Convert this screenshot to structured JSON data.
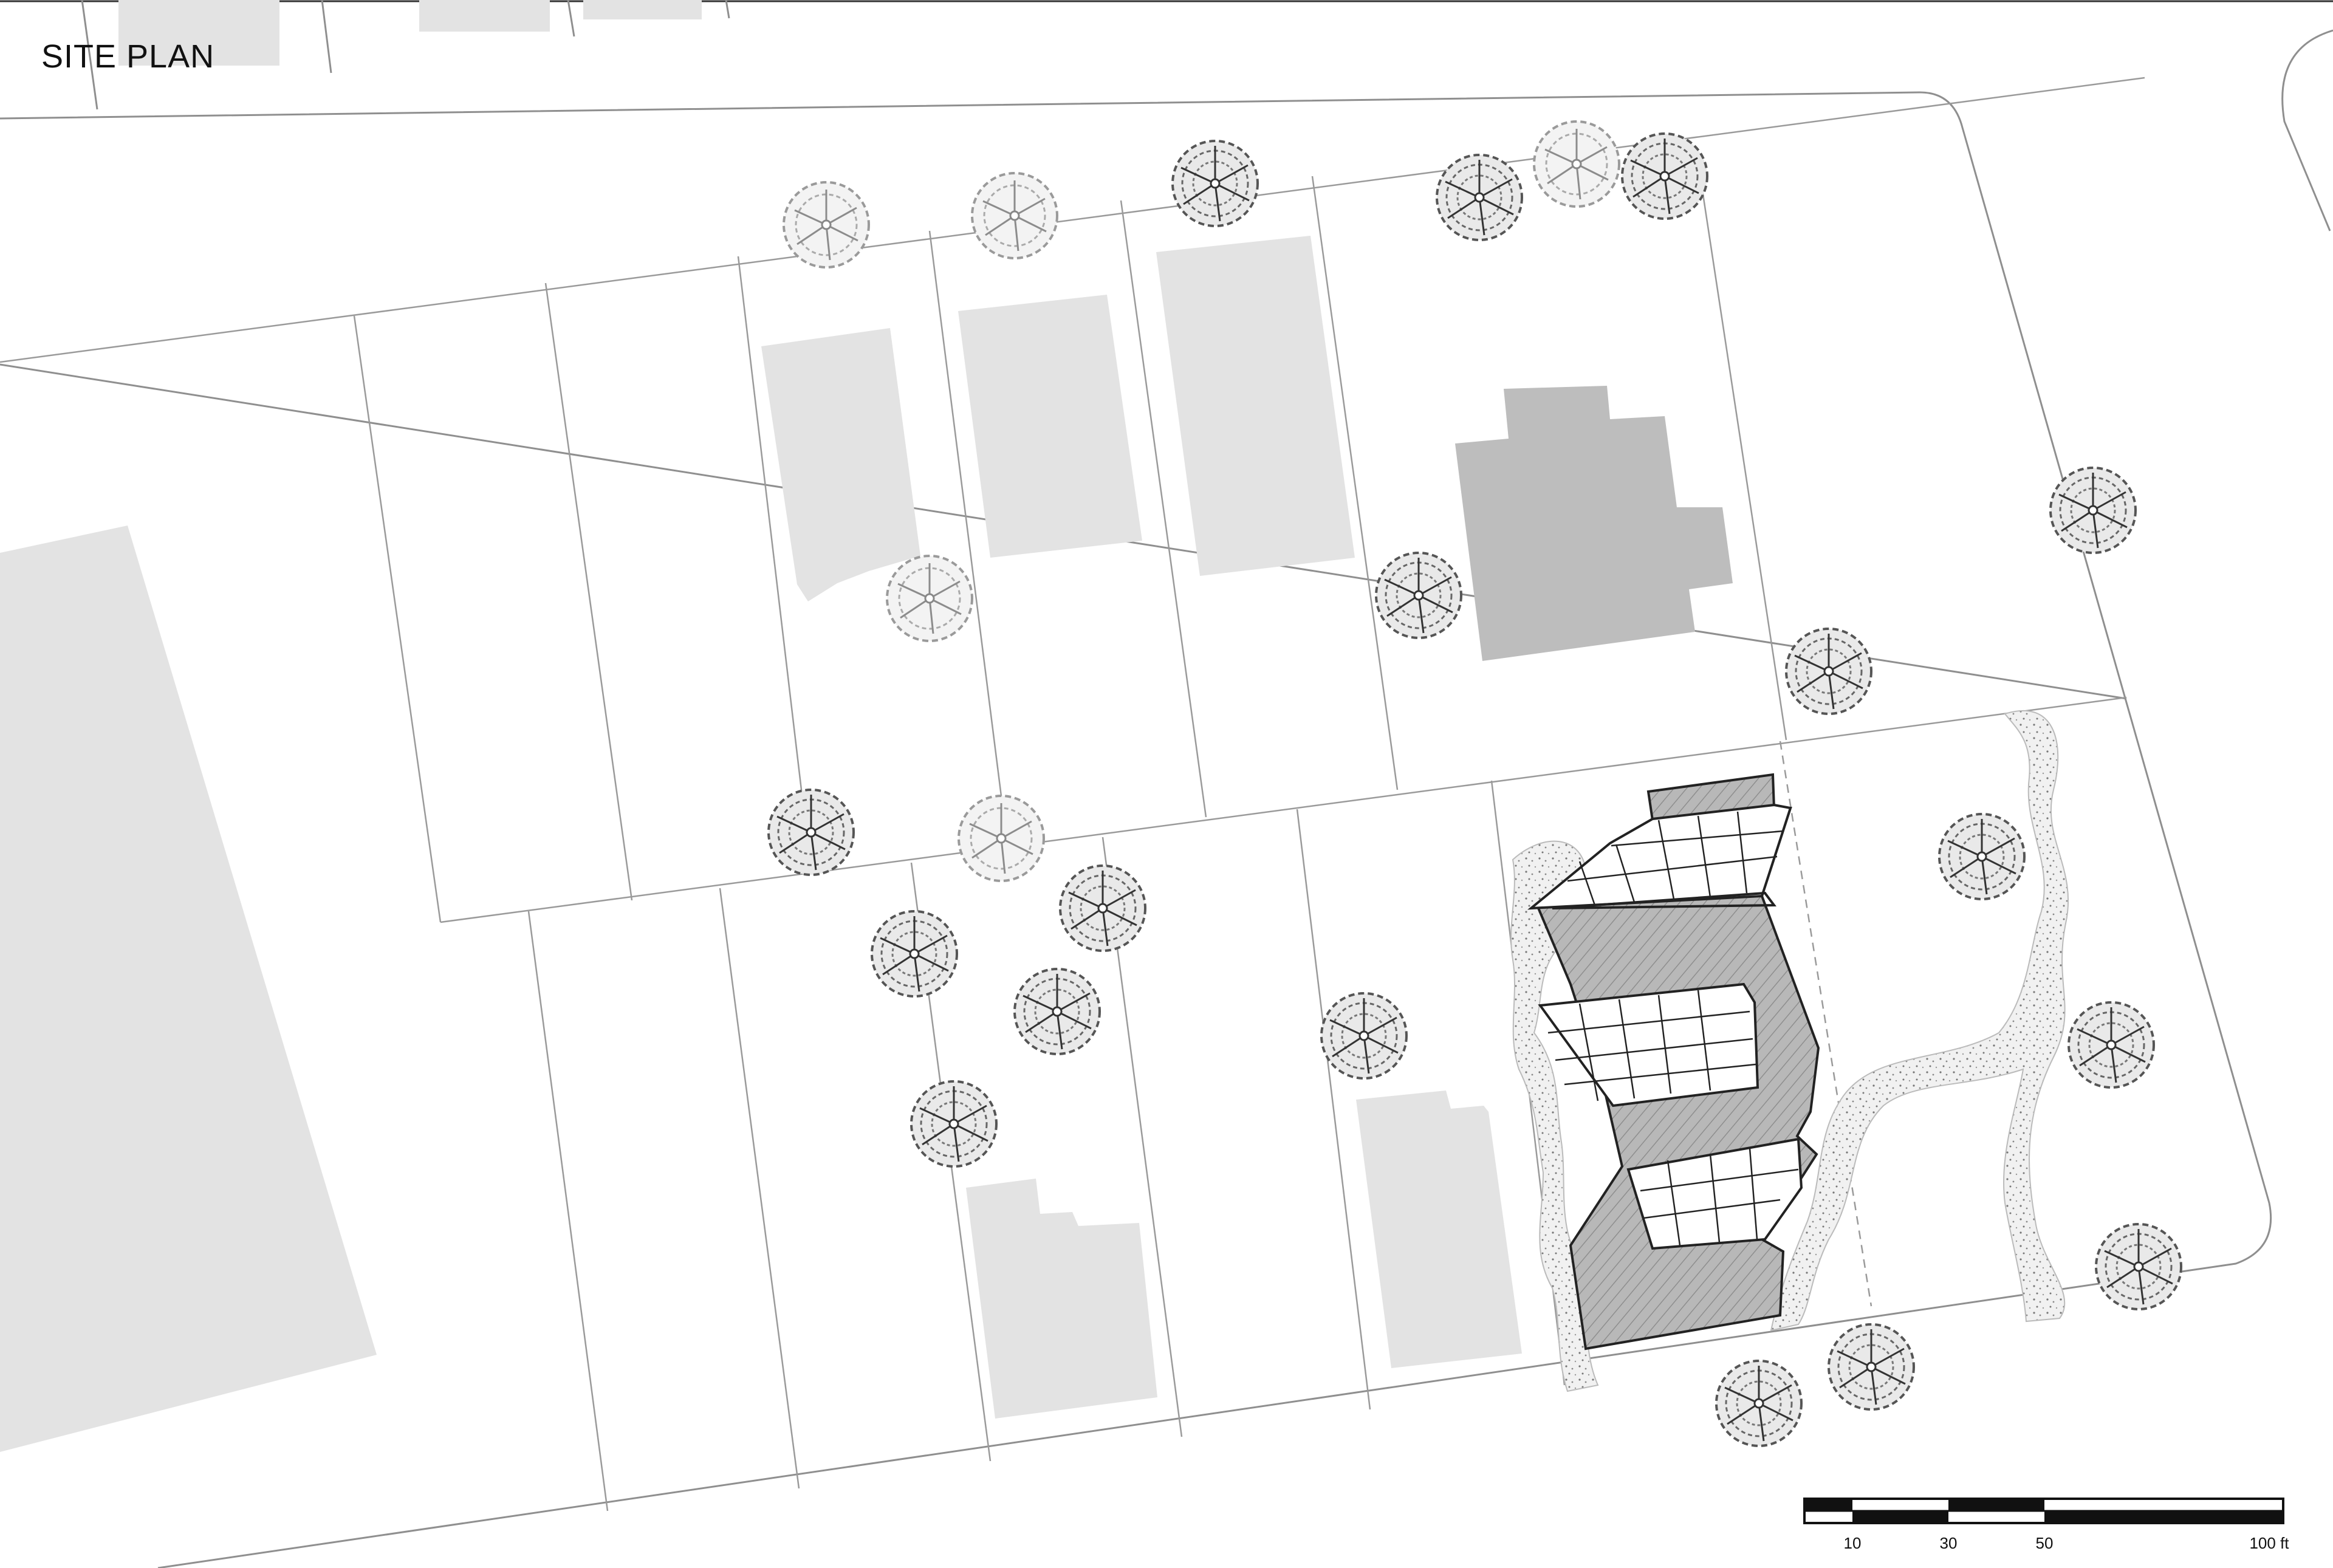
{
  "title": "SITE PLAN",
  "scale_bar": {
    "labels": [
      "10",
      "30",
      "50",
      "100 ft"
    ],
    "unit": "ft"
  },
  "colors": {
    "lines": "#9a9a9a",
    "neighbor_buildings": "#e3e3e3",
    "dark_building": "#bdbdbd",
    "proposed_roof": "#b7b7b7",
    "paths": "#ececec"
  },
  "tree_icon": "tree-canopy-icon"
}
